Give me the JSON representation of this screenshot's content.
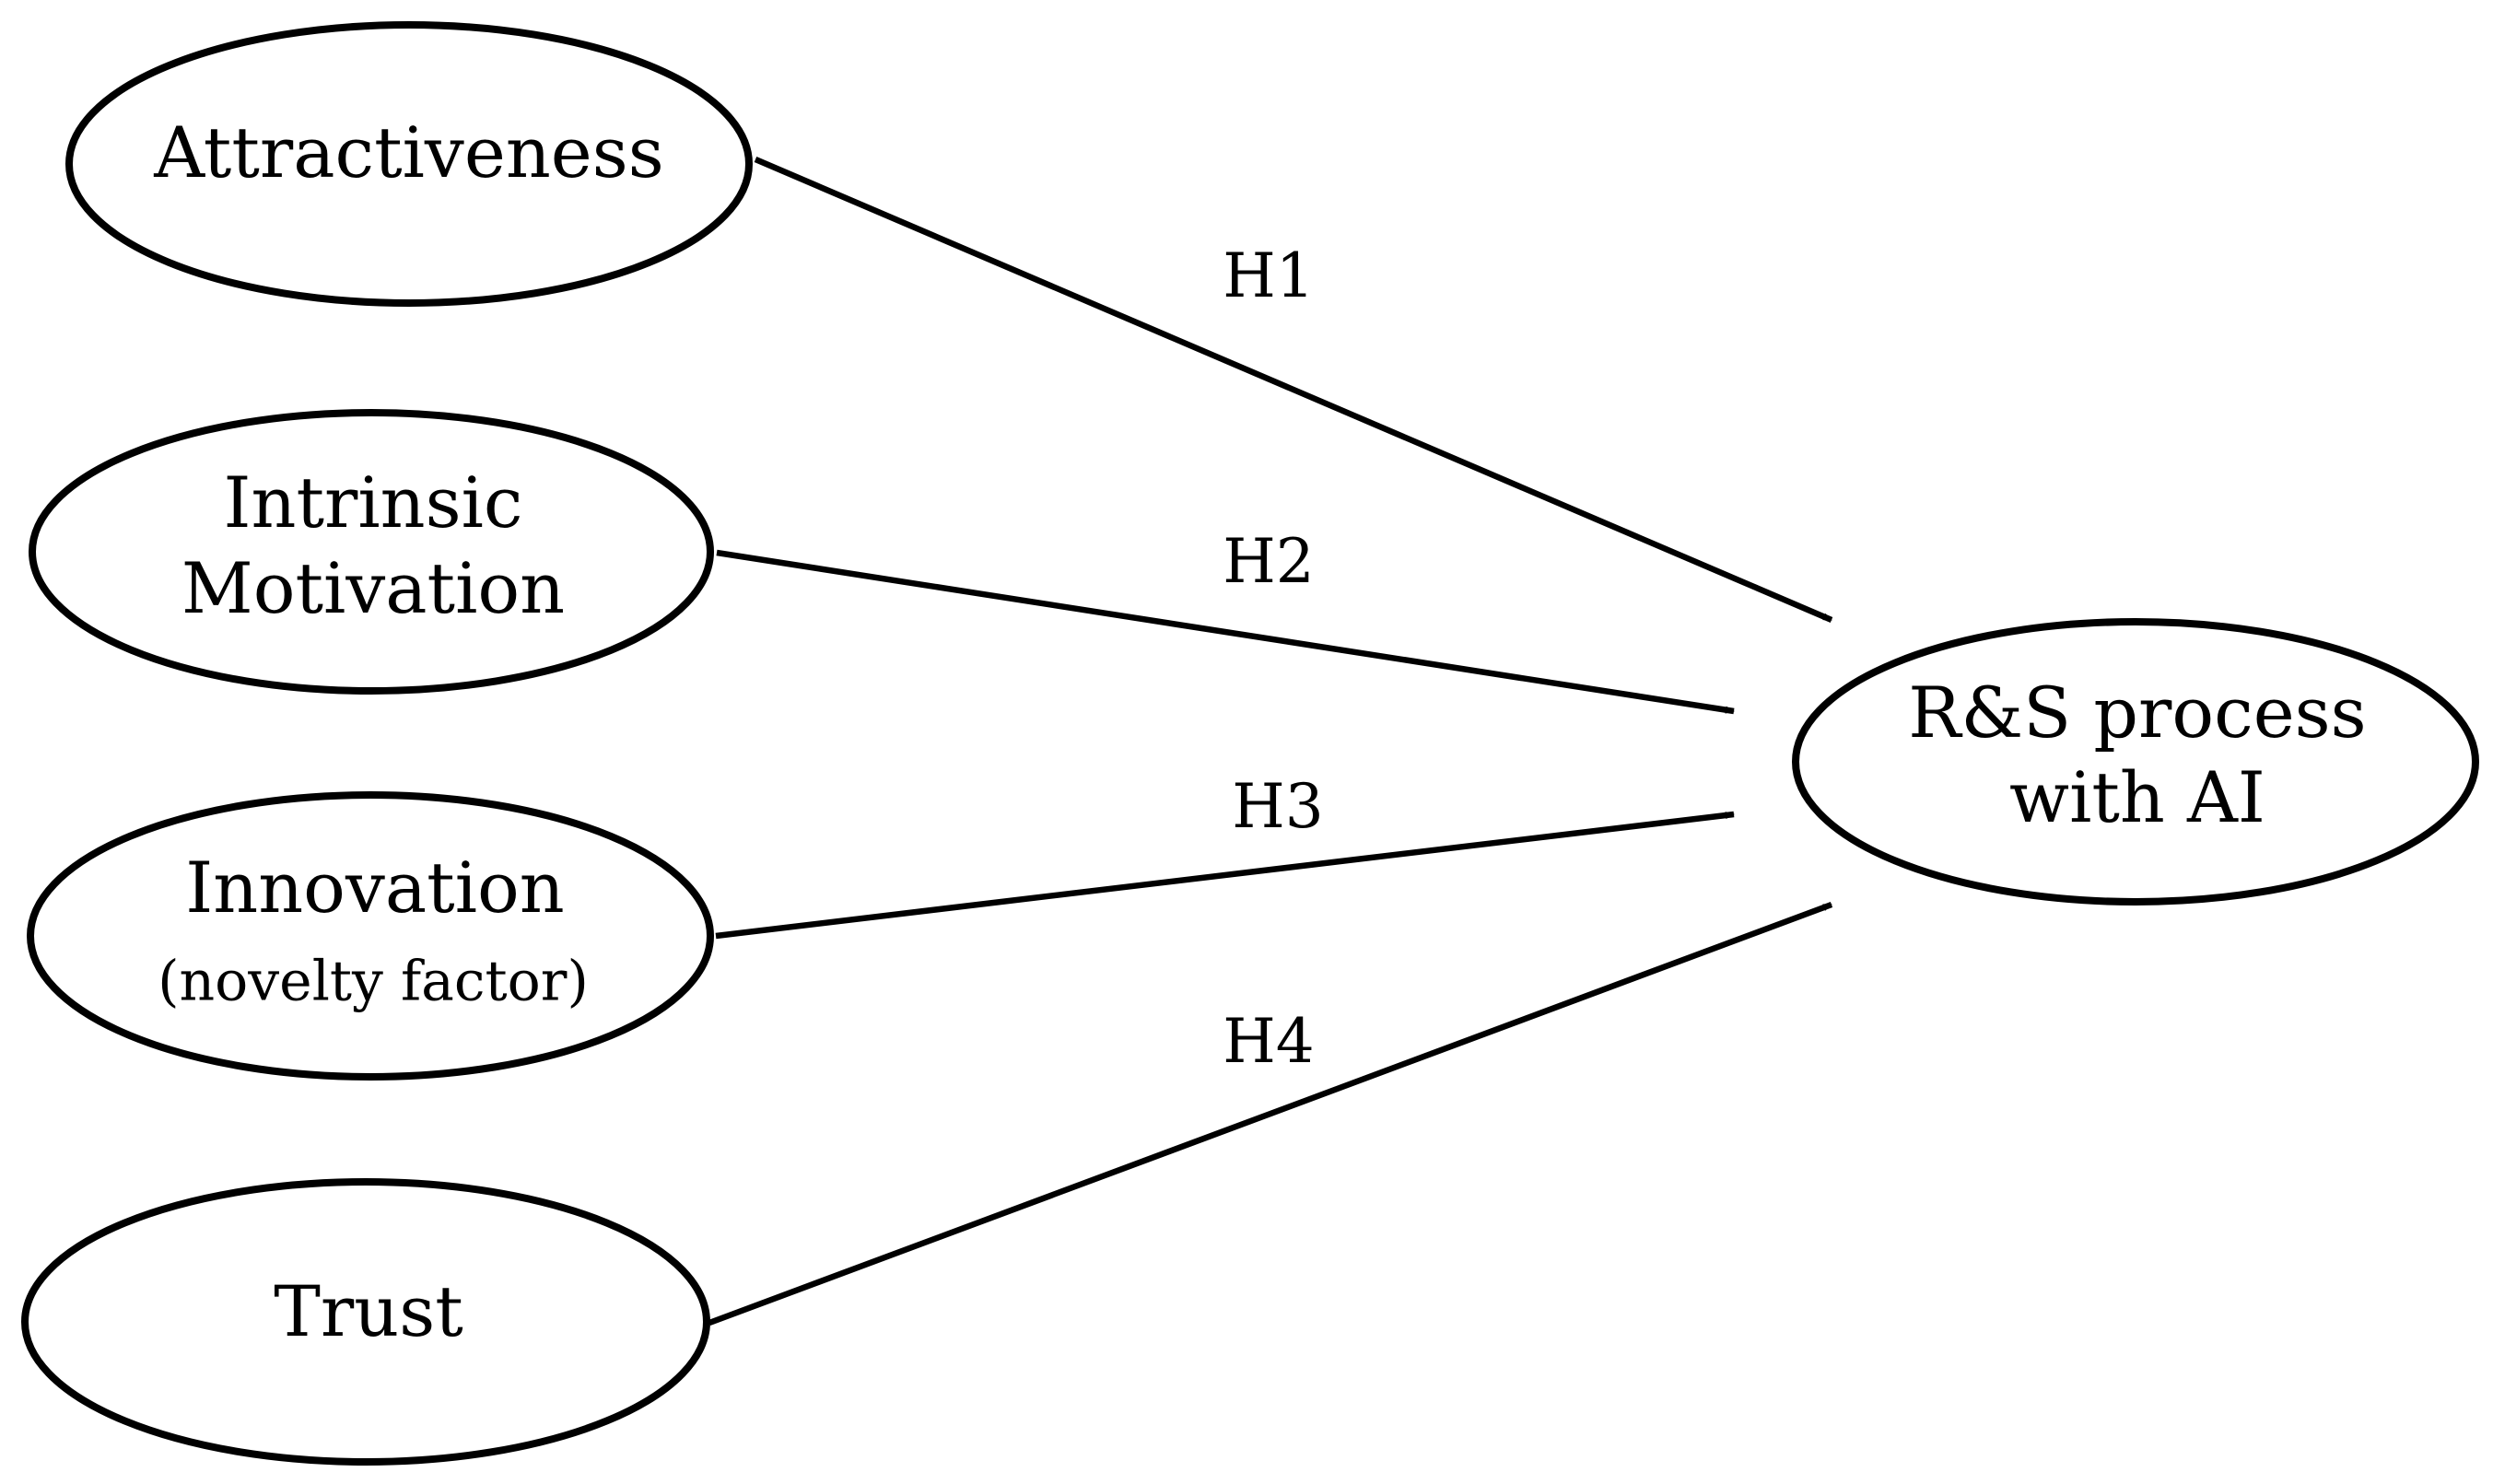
{
  "diagram": {
    "nodes": [
      {
        "id": "attractiveness",
        "lines": [
          "Attractiveness"
        ]
      },
      {
        "id": "intrinsic-motivation",
        "lines": [
          "Intrinsic",
          "Motivation"
        ]
      },
      {
        "id": "innovation",
        "lines": [
          "Innovation"
        ],
        "sub_line": "(novelty factor)"
      },
      {
        "id": "trust",
        "lines": [
          "Trust"
        ]
      },
      {
        "id": "rs-process",
        "lines": [
          "R&S process",
          "with AI"
        ]
      }
    ],
    "edges": [
      {
        "from": "attractiveness",
        "to": "rs-process",
        "label": "H1"
      },
      {
        "from": "intrinsic-motivation",
        "to": "rs-process",
        "label": "H2"
      },
      {
        "from": "innovation",
        "to": "rs-process",
        "label": "H3"
      },
      {
        "from": "trust",
        "to": "rs-process",
        "label": "H4"
      }
    ],
    "colors": {
      "stroke": "#000000",
      "fill": "#ffffff",
      "text": "#000000"
    }
  }
}
